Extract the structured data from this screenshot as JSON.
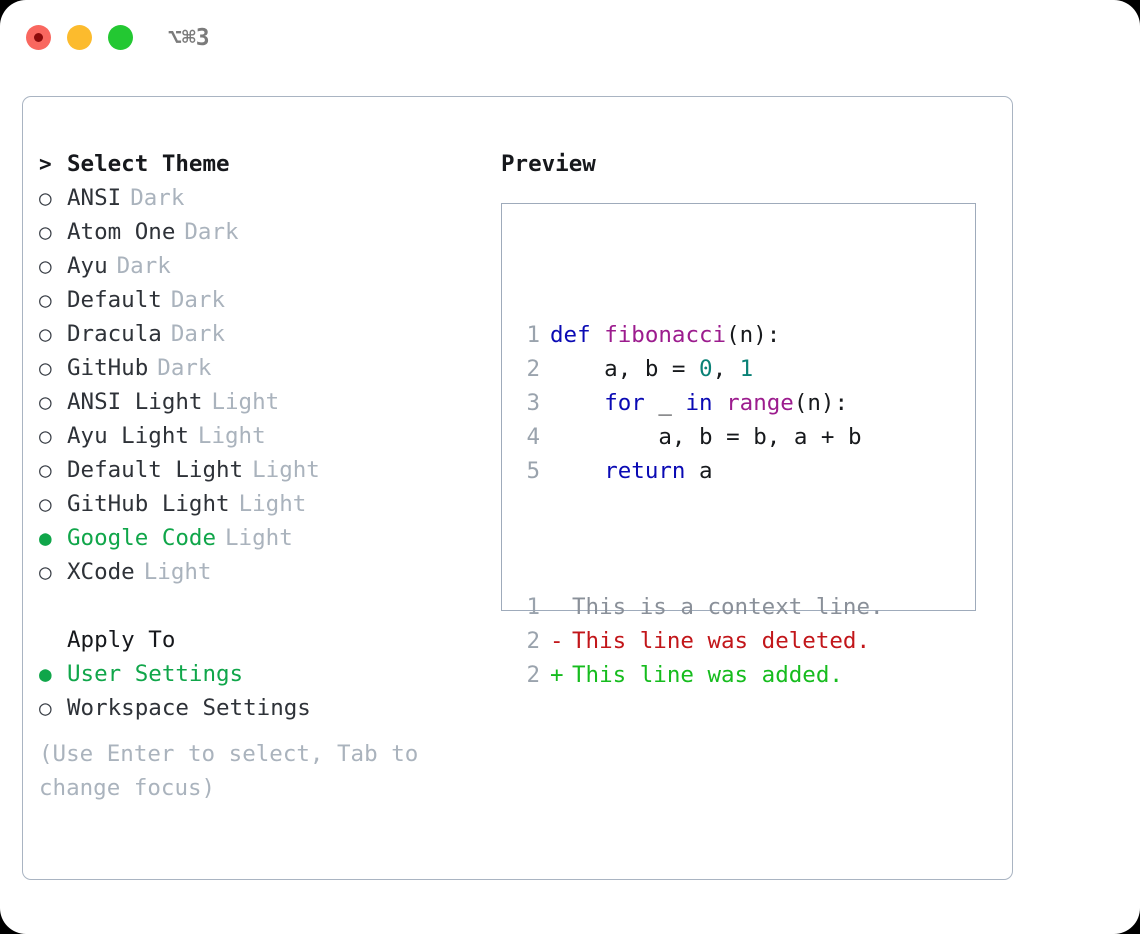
{
  "titlebar": {
    "shortcut_label": "⌥⌘3",
    "buttons": [
      {
        "name": "close",
        "color": "#f9675f"
      },
      {
        "name": "minimize",
        "color": "#fcbb2d"
      },
      {
        "name": "maximize",
        "color": "#23c832"
      }
    ]
  },
  "theme_picker": {
    "header_prompt": ">",
    "header_label": "Select Theme",
    "selected_marker": "●",
    "unselected_marker": "○",
    "items": [
      {
        "name": "ANSI",
        "variant": "Dark",
        "selected": false
      },
      {
        "name": "Atom One",
        "variant": "Dark",
        "selected": false
      },
      {
        "name": "Ayu",
        "variant": "Dark",
        "selected": false
      },
      {
        "name": "Default",
        "variant": "Dark",
        "selected": false
      },
      {
        "name": "Dracula",
        "variant": "Dark",
        "selected": false
      },
      {
        "name": "GitHub",
        "variant": "Dark",
        "selected": false
      },
      {
        "name": "ANSI Light",
        "variant": "Light",
        "selected": false
      },
      {
        "name": "Ayu Light",
        "variant": "Light",
        "selected": false
      },
      {
        "name": "Default Light",
        "variant": "Light",
        "selected": false
      },
      {
        "name": "GitHub Light",
        "variant": "Light",
        "selected": false
      },
      {
        "name": "Google Code",
        "variant": "Light",
        "selected": true
      },
      {
        "name": "XCode",
        "variant": "Light",
        "selected": false
      }
    ]
  },
  "apply_to": {
    "header_label": "Apply To",
    "options": [
      {
        "name": "User Settings",
        "selected": true
      },
      {
        "name": "Workspace Settings",
        "selected": false
      }
    ]
  },
  "hint": "(Use Enter to select, Tab to change focus)",
  "preview": {
    "title": "Preview",
    "code_lines": [
      {
        "num": "1",
        "tokens": [
          {
            "t": "def ",
            "c": "kw"
          },
          {
            "t": "fibonacci",
            "c": "fn"
          },
          {
            "t": "(n):",
            "c": "pl"
          }
        ]
      },
      {
        "num": "2",
        "tokens": [
          {
            "t": "    a, b = ",
            "c": "pl"
          },
          {
            "t": "0",
            "c": "num"
          },
          {
            "t": ", ",
            "c": "pl"
          },
          {
            "t": "1",
            "c": "num"
          }
        ]
      },
      {
        "num": "3",
        "tokens": [
          {
            "t": "    ",
            "c": "pl"
          },
          {
            "t": "for",
            "c": "kw"
          },
          {
            "t": " _ ",
            "c": "pl"
          },
          {
            "t": "in",
            "c": "kw"
          },
          {
            "t": " ",
            "c": "pl"
          },
          {
            "t": "range",
            "c": "fn"
          },
          {
            "t": "(n):",
            "c": "pl"
          }
        ]
      },
      {
        "num": "4",
        "tokens": [
          {
            "t": "        a, b = b, a + b",
            "c": "pl"
          }
        ]
      },
      {
        "num": "5",
        "tokens": [
          {
            "t": "    ",
            "c": "pl"
          },
          {
            "t": "return",
            "c": "kw"
          },
          {
            "t": " a",
            "c": "pl"
          }
        ]
      }
    ],
    "diff_lines": [
      {
        "num": "1",
        "sign": " ",
        "text": "This is a context line.",
        "kind": "context"
      },
      {
        "num": "2",
        "sign": "-",
        "text": "This line was deleted.",
        "kind": "deleted"
      },
      {
        "num": "2",
        "sign": "+",
        "text": "This line was added.",
        "kind": "added"
      }
    ]
  },
  "colors": {
    "accent_green": "#10a64a",
    "muted": "#aab3bd",
    "keyword": "#0a0ab4",
    "function": "#9c1c8e",
    "number": "#0a8176",
    "diff_deleted": "#c2161a",
    "diff_added": "#16bc1e",
    "border": "#a9b4c2"
  }
}
